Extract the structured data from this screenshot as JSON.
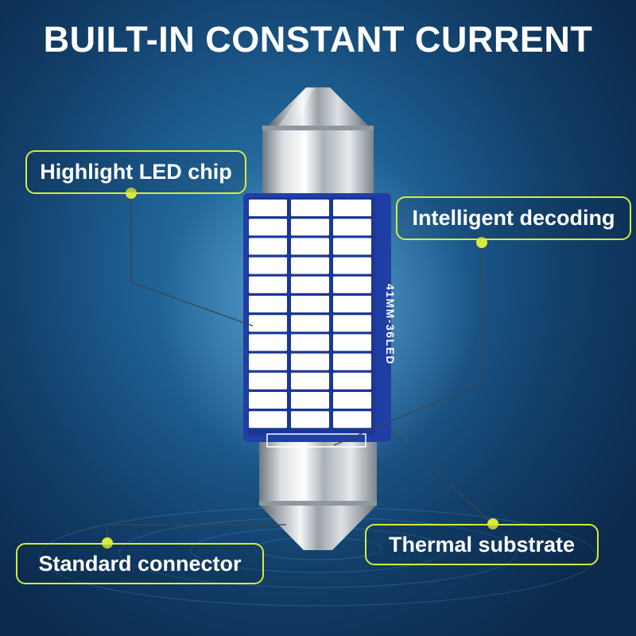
{
  "headline": "BUILT-IN CONSTANT CURRENT",
  "callouts": {
    "led_chip": "Highlight LED chip",
    "decoding": "Intelligent decoding",
    "thermal": "Thermal substrate",
    "connector": "Standard connector"
  },
  "board_marking": "41MM-36LED",
  "led_grid": {
    "rows": 12,
    "columns": 3
  },
  "colors": {
    "accent": "#d9ea3c",
    "board": "#1f3fa6",
    "led": "#ffffff"
  }
}
